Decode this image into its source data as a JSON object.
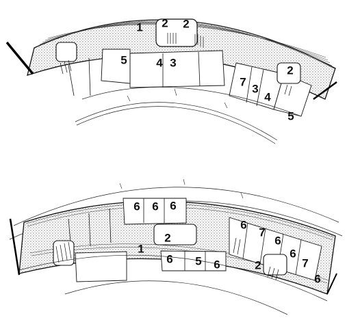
{
  "upper_plan": {
    "room_labels": [
      "1",
      "2",
      "2",
      "5",
      "4",
      "3",
      "2",
      "7",
      "3",
      "4",
      "5"
    ]
  },
  "lower_plan": {
    "room_labels": [
      "6",
      "6",
      "6",
      "2",
      "6",
      "7",
      "6",
      "1",
      "6",
      "6",
      "5",
      "6",
      "2",
      "7",
      "6"
    ]
  },
  "colors": {
    "ink": "#111111",
    "hatch": "#9a9a9a",
    "fill": "#d8d8d8"
  }
}
